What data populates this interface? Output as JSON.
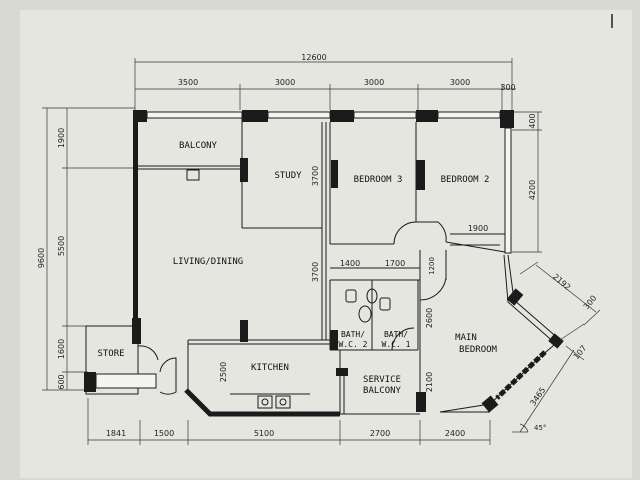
{
  "rooms": {
    "balcony": "BALCONY",
    "study": "STUDY",
    "bedroom3": "BEDROOM 3",
    "bedroom2": "BEDROOM 2",
    "living": "LIVING/DINING",
    "store": "STORE",
    "kitchen": "KITCHEN",
    "bath2_a": "BATH/",
    "bath2_b": "W.C. 2",
    "bath1_a": "BATH/",
    "bath1_b": "W.C. 1",
    "service_a": "SERVICE",
    "service_b": "BALCONY",
    "main_a": "MAIN",
    "main_b": "BEDROOM"
  },
  "dims": {
    "total_width": "12600",
    "top_1": "3500",
    "top_2": "3000",
    "top_3": "3000",
    "top_4": "3000",
    "top_5": "300",
    "bot_1": "1841",
    "bot_2": "1500",
    "bot_3": "5100",
    "bot_4": "2700",
    "bot_5": "2400",
    "left_total": "9600",
    "left_1": "1900",
    "left_2": "5500",
    "left_3": "1600",
    "left_4": "600",
    "right_1": "400",
    "right_2": "4200",
    "study_h": "3700",
    "mid_h": "3700",
    "bath_w1": "1400",
    "bath_w2": "1700",
    "corr": "1900",
    "small_v": "1200",
    "mb_v1": "2600",
    "mb_v2": "2100",
    "kitchen_v": "2500",
    "diag_1": "2192",
    "diag_2": "300",
    "diag_3": "107",
    "diag_4": "3465",
    "angle": "45°"
  }
}
